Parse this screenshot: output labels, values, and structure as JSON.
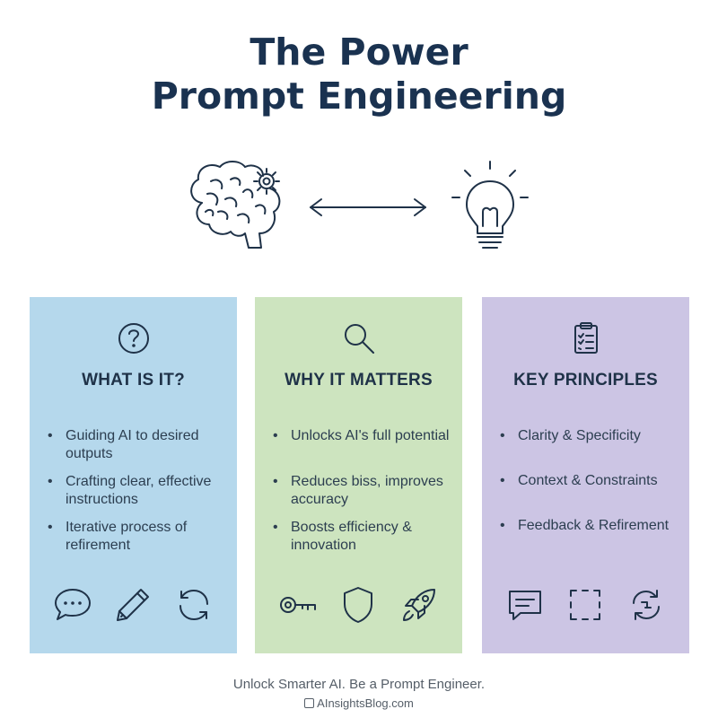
{
  "title": {
    "line1": "The Power",
    "line2": "Prompt Engineering"
  },
  "hero": {
    "left_icon": "brain-gear-icon",
    "middle_icon": "double-arrow-icon",
    "right_icon": "lightbulb-icon"
  },
  "panels": [
    {
      "heading": "WHAT IS IT?",
      "icon": "question-icon",
      "color": "#b5d8ec",
      "bullets": [
        "Guiding AI to desired outputs",
        "Crafting clear, effective instructions",
        "Iterative process of refirement"
      ],
      "bottom_icons": [
        "chat-bubble-icon",
        "pencil-icon",
        "refresh-icon"
      ]
    },
    {
      "heading": "WHY IT MATTERS",
      "icon": "magnifier-icon",
      "color": "#cde4bf",
      "bullets": [
        "Unlocks AI's full potential",
        "Reduces biss, improves accuracy",
        "Boosts efficiency & innovation"
      ],
      "bottom_icons": [
        "key-icon",
        "shield-icon",
        "rocket-icon"
      ]
    },
    {
      "heading": "KEY PRINCIPLES",
      "icon": "clipboard-icon",
      "color": "#ccc5e4",
      "bullets": [
        "Clarity & Specificity",
        "Context & Constraints",
        "Feedback & Refirement"
      ],
      "bottom_icons": [
        "message-icon",
        "crop-frame-icon",
        "cycle-arrows-icon"
      ]
    }
  ],
  "footer": {
    "tagline": "Unlock Smarter AI. Be a Prompt Engineer.",
    "source": "AInsightsBlog.com",
    "source_icon": "site-logo-icon"
  },
  "colors": {
    "title": "#1a3250",
    "text": "#2c3e50",
    "footer_text": "#555e68"
  }
}
